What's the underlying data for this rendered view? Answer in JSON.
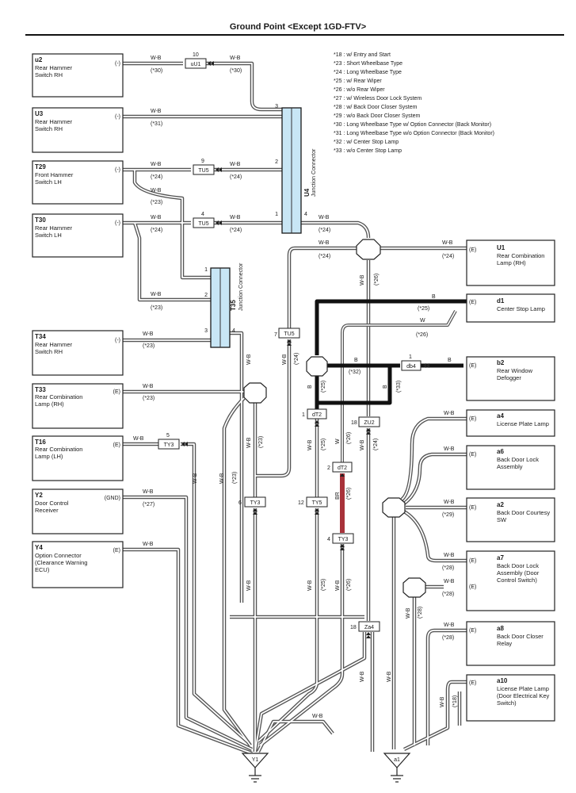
{
  "title": "Ground Point <Except 1GD-FTV>",
  "notes": [
    "*18 : w/ Entry and Start",
    "*23 : Short Wheelbase Type",
    "*24 : Long Wheelbase Type",
    "*25 : w/ Rear Wiper",
    "*26 : w/o Rear Wiper",
    "*27 : w/ Wireless Door Lock System",
    "*28 : w/ Back Door Closer System",
    "*29 : w/o Back Door Closer System",
    "*30 : Long Wheelbase Type w/ Option Connector (Back Monitor)",
    "*31 : Long Wheelbase Type w/o Option Connector (Back Monitor)",
    "*32 : w/ Center Stop Lamp",
    "*33 : w/o Center Stop Lamp"
  ],
  "components_left": [
    {
      "code": "u2",
      "name": [
        "Rear Hammer",
        "Switch RH"
      ],
      "pin": "(-)"
    },
    {
      "code": "U3",
      "name": [
        "Rear Hammer",
        "Switch RH"
      ],
      "pin": "(-)"
    },
    {
      "code": "T29",
      "name": [
        "Front Hammer",
        "Switch LH"
      ],
      "pin": "(-)"
    },
    {
      "code": "T30",
      "name": [
        "Rear Hammer",
        "Switch LH"
      ],
      "pin": "(-)"
    },
    {
      "code": "T34",
      "name": [
        "Rear Hammer",
        "Switch RH"
      ],
      "pin": "(-)"
    },
    {
      "code": "T33",
      "name": [
        "Rear Combination",
        "Lamp (RH)"
      ],
      "pin": "(E)"
    },
    {
      "code": "T16",
      "name": [
        "Rear Combination",
        "Lamp (LH)"
      ],
      "pin": "(E)"
    },
    {
      "code": "Y2",
      "name": [
        "Door Control",
        "Receiver"
      ],
      "pin": "(GND)"
    },
    {
      "code": "Y4",
      "name": [
        "Option Connector",
        "(Clearance Warning",
        "ECU)"
      ],
      "pin": "(E)"
    }
  ],
  "components_right": [
    {
      "code": "U1",
      "name": [
        "Rear Combination",
        "Lamp (RH)"
      ],
      "pin": "(E)"
    },
    {
      "code": "d1",
      "name": [
        "Center Stop Lamp"
      ],
      "pin": "(E)"
    },
    {
      "code": "b2",
      "name": [
        "Rear Window",
        "Defogger"
      ],
      "pin": "(E)"
    },
    {
      "code": "a4",
      "name": [
        "License Plate Lamp"
      ],
      "pin": "(E)"
    },
    {
      "code": "a6",
      "name": [
        "Back Door Lock",
        "Assembly"
      ],
      "pin": "(E)"
    },
    {
      "code": "a2",
      "name": [
        "Back Door Courtesy",
        "SW"
      ],
      "pin": "(E)"
    },
    {
      "code": "a7",
      "name": [
        "Back Door Lock",
        "Assembly (Door",
        "Control Switch)"
      ],
      "pin": "(E)"
    },
    {
      "code": "a8",
      "name": [
        "Back Door Closer",
        "Relay"
      ],
      "pin": "(E)"
    },
    {
      "code": "a10",
      "name": [
        "License Plate Lamp",
        "(Door Electrical Key",
        "Switch)"
      ],
      "pin": "(E)"
    }
  ],
  "junctions": {
    "u4": {
      "code": "U4",
      "name": "Junction Connector",
      "pins": [
        "3",
        "2",
        "1",
        "4"
      ]
    },
    "t35": {
      "code": "T35",
      "name": "Junction Connector",
      "pins": [
        "1",
        "2",
        "3",
        "4"
      ]
    }
  },
  "connectors": {
    "uU1": {
      "code": "uU1",
      "pin": "10"
    },
    "TU5a": {
      "code": "TU5",
      "pin": "9"
    },
    "TU5b": {
      "code": "TU5",
      "pin": "4"
    },
    "TU5c": {
      "code": "TU5",
      "pin": "7"
    },
    "db4": {
      "code": "db4",
      "pin": "1"
    },
    "dT2a": {
      "code": "dT2",
      "pin": "1"
    },
    "ZU2": {
      "code": "ZU2",
      "pin": "18"
    },
    "dT2b": {
      "code": "dT2",
      "pin": "2"
    },
    "TY3a": {
      "code": "TY3",
      "pin": "5"
    },
    "TY3b": {
      "code": "TY3",
      "pin": "6"
    },
    "TY5": {
      "code": "TY5",
      "pin": "12"
    },
    "TY3c": {
      "code": "TY3",
      "pin": "4"
    },
    "Za4": {
      "code": "Za4",
      "pin": "18"
    }
  },
  "wire_labels": {
    "wb": "W-B",
    "b": "B",
    "w": "W",
    "br": "BR",
    "n18": "(*18)",
    "n23": "(*23)",
    "n24": "(*24)",
    "n25": "(*25)",
    "n26": "(*26)",
    "n27": "(*27)",
    "n28": "(*28)",
    "n29": "(*29)",
    "n30": "(*30)",
    "n31": "(*31)",
    "n32": "(*32)",
    "n33": "(*33)"
  },
  "grounds": {
    "left": "Y1",
    "right": "a1"
  },
  "colors": {
    "wire_wb": "#555555",
    "wire_b": "#111111",
    "wire_br": "#a8323a",
    "junction_fill": "#c8e6f5"
  }
}
